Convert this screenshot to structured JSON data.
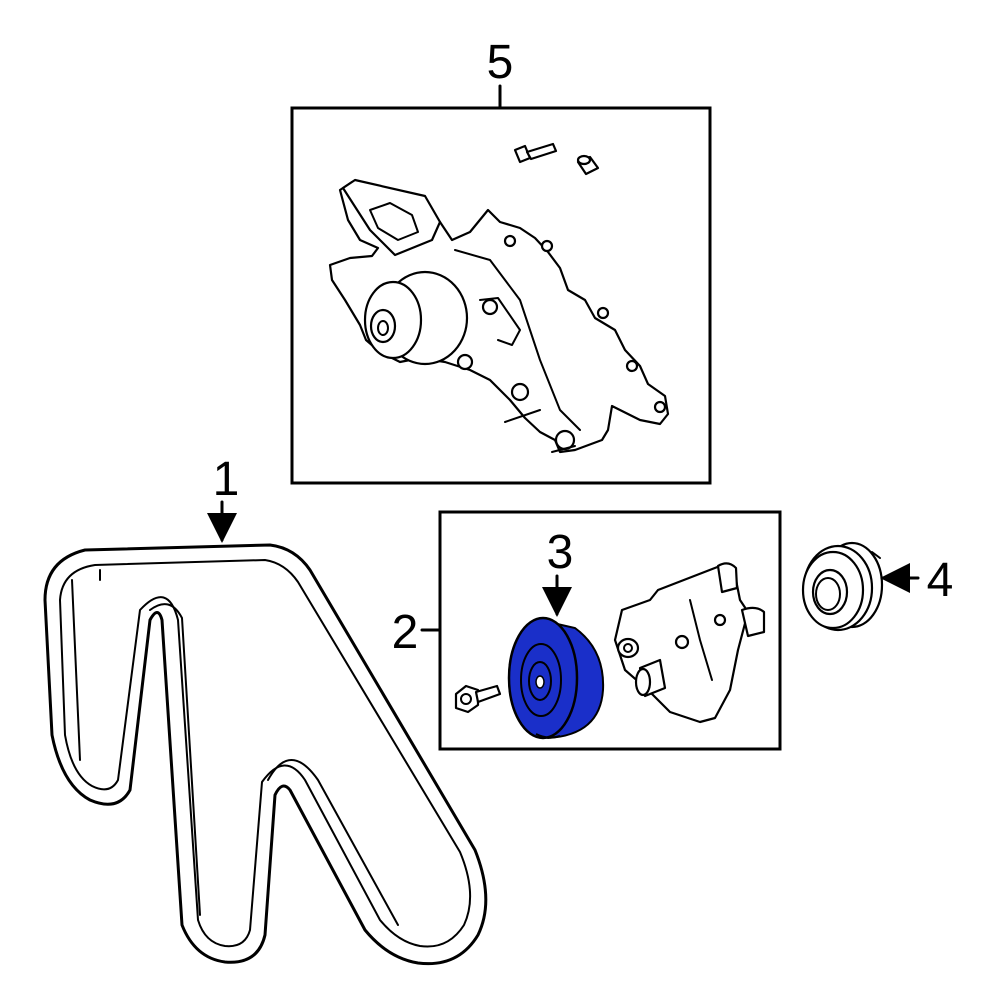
{
  "diagram": {
    "callouts": [
      {
        "id": "1",
        "label": "1"
      },
      {
        "id": "2",
        "label": "2"
      },
      {
        "id": "3",
        "label": "3"
      },
      {
        "id": "4",
        "label": "4"
      },
      {
        "id": "5",
        "label": "5"
      }
    ],
    "highlight_color": "#1a2fc9"
  }
}
